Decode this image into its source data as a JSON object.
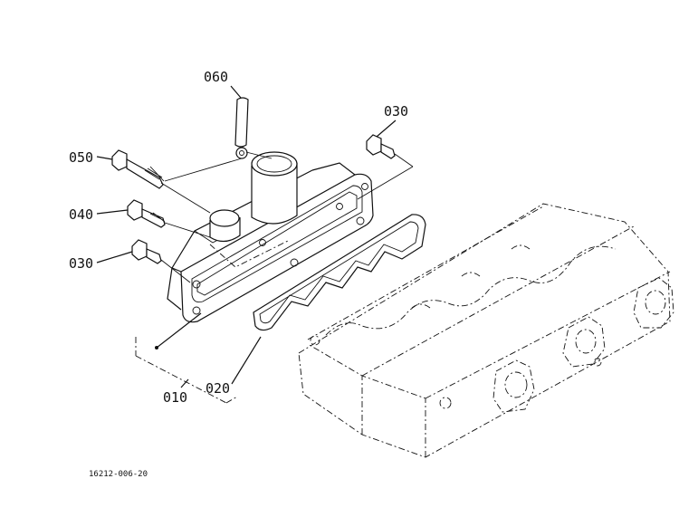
{
  "labels": {
    "p060": "060",
    "p050": "050",
    "p040": "040",
    "p030_left": "030",
    "p030_right": "030",
    "p010": "010",
    "p020": "020"
  },
  "drawing_code": "16212-006-20"
}
